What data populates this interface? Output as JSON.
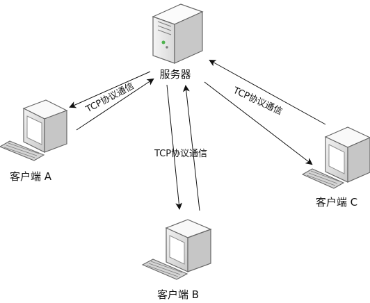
{
  "diagram": {
    "server": {
      "label": "服务器",
      "icon": "server-tower-icon"
    },
    "clients": [
      {
        "id": "a",
        "label": "客户端 A",
        "icon": "desktop-computer-icon"
      },
      {
        "id": "b",
        "label": "客户端 B",
        "icon": "desktop-computer-icon"
      },
      {
        "id": "c",
        "label": "客户端 C",
        "icon": "desktop-computer-icon"
      }
    ],
    "connections": [
      {
        "between": [
          "server",
          "a"
        ],
        "label": "TCP协议通信"
      },
      {
        "between": [
          "server",
          "b"
        ],
        "label": "TCP协议通信"
      },
      {
        "between": [
          "server",
          "c"
        ],
        "label": "TCP协议通信"
      }
    ],
    "colors": {
      "line": "#111111",
      "device_body": "#e8e8e8",
      "device_shade": "#b8b8b8",
      "screen": "#ffffff",
      "keyboard": "#d0d0d0"
    }
  }
}
